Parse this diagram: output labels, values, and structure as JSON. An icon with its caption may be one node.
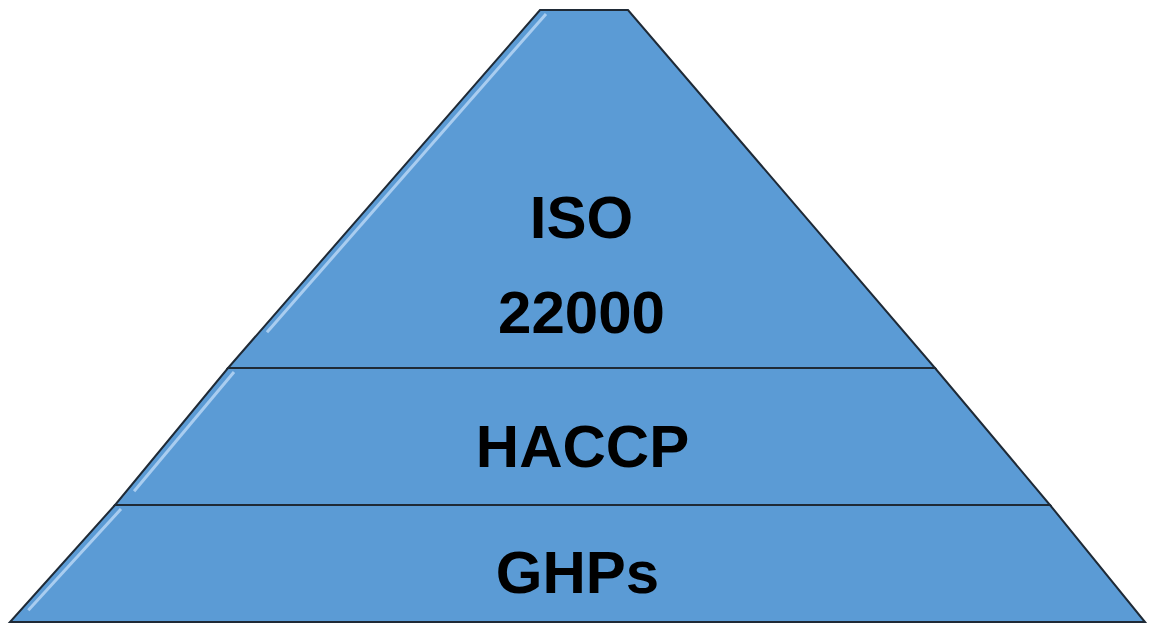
{
  "diagram": {
    "nodes": [
      {
        "text": [
          "ISO 22000"
        ]
      },
      {
        "text": [
          "HACCP"
        ]
      },
      {
        "text": [
          "GHPs"
        ]
      }
    ]
  }
}
